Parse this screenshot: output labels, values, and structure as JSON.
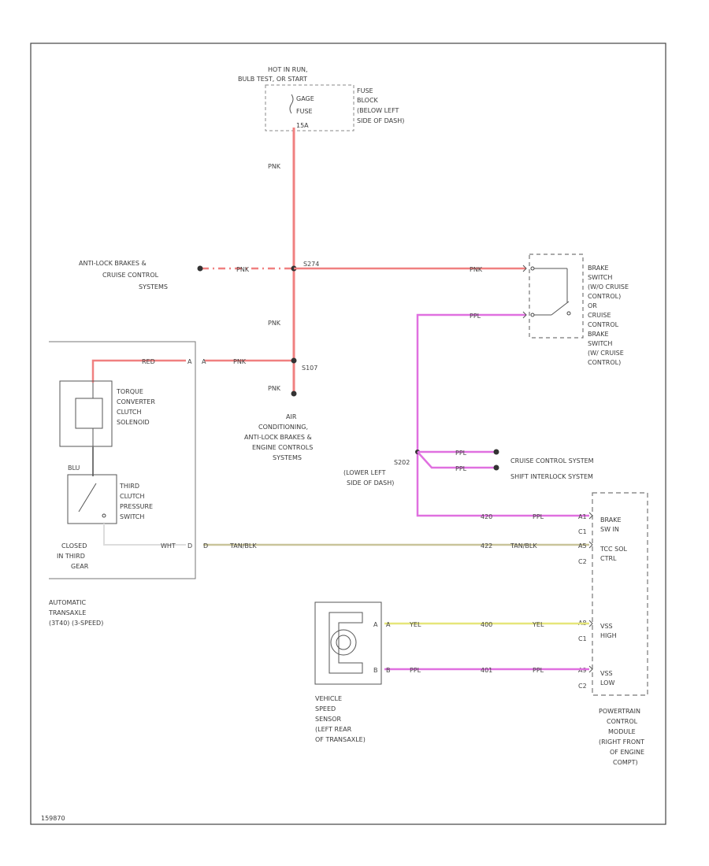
{
  "colors": {
    "red_wire": "#f08080",
    "pink_wire": "#e070e0",
    "tan_wire": "#c9c49a",
    "yellow_wire": "#e6e67a",
    "border": "#444444",
    "dashed_box": "#777777"
  },
  "power": {
    "source_line1": "HOT IN RUN,",
    "source_line2": "BULB TEST, OR START",
    "fuse_tag1": "GAGE",
    "fuse_tag2": "FUSE",
    "fuse_tag3": "15A",
    "fuse_block1": "FUSE",
    "fuse_block2": "BLOCK",
    "fuse_block3": "(BELOW LEFT",
    "fuse_block4": "SIDE OF DASH)",
    "wire_top": "PNK",
    "wire_mid": "PNK",
    "wire_bot": "PNK"
  },
  "abs_cruise": {
    "line1": "ANTI-LOCK BRAKES &",
    "line2": "CRUISE CONTROL",
    "line3": "SYSTEMS",
    "wire": "PNK",
    "splice": "S274",
    "wire_to_brake": "PNK"
  },
  "brake_switch": {
    "l1": "BRAKE",
    "l2": "SWITCH",
    "l3": "(W/O CRUISE",
    "l4": "CONTROL)",
    "l5": "OR",
    "l6": "CRUISE",
    "l7": "CONTROL",
    "l8": "BRAKE",
    "l9": "SWITCH",
    "l10": "(W/ CRUISE",
    "l11": "CONTROL)",
    "out_wire": "PPL"
  },
  "splice_s107": {
    "name": "S107",
    "red_wire": "RED",
    "pnk_wire": "PNK",
    "pnk_down": "PNK",
    "ac_l1": "AIR",
    "ac_l2": "CONDITIONING,",
    "ac_l3": "ANTI-LOCK BRAKES &",
    "ac_l4": "ENGINE CONTROLS",
    "ac_l5": "SYSTEMS"
  },
  "transaxle": {
    "pin_a": "A",
    "tcc_l1": "TORQUE",
    "tcc_l2": "CONVERTER",
    "tcc_l3": "CLUTCH",
    "tcc_l4": "SOLENOID",
    "blu": "BLU",
    "third_l1": "THIRD",
    "third_l2": "CLUTCH",
    "third_l3": "PRESSURE",
    "third_l4": "SWITCH",
    "closed_l1": "CLOSED",
    "closed_l2": "IN THIRD",
    "closed_l3": "GEAR",
    "wht": "WHT",
    "pin_d": "D",
    "name_l1": "AUTOMATIC",
    "name_l2": "TRANSAXLE",
    "name_l3": "(3T40) (3-SPEED)"
  },
  "s202": {
    "l1": "S202",
    "l2": "(LOWER LEFT",
    "l3": "SIDE OF DASH)",
    "wire1": "PPL",
    "wire2": "PPL",
    "cruise_sys": "CRUISE CONTROL SYSTEM",
    "shift_sys": "SHIFT INTERLOCK SYSTEM"
  },
  "pcm": {
    "brake_pin": "A1",
    "brake_l1": "BRAKE",
    "brake_l2": "SW IN",
    "brake_conn": "C1",
    "brake_wire": "PPL",
    "brake_num": "420",
    "tcc_pin": "A5",
    "tcc_l1": "TCC SOL",
    "tcc_l2": "CTRL",
    "tcc_conn": "C2",
    "tcc_wire": "TAN/BLK",
    "tcc_num": "422",
    "tcc_wire_left": "TAN/BLK",
    "vss_high_pin": "A8",
    "vss_high_l1": "VSS",
    "vss_high_l2": "HIGH",
    "vss_high_conn": "C1",
    "vss_high_wire": "YEL",
    "vss_high_num": "400",
    "vss_low_pin": "A9",
    "vss_low_l1": "VSS",
    "vss_low_l2": "LOW",
    "vss_low_conn": "C2",
    "vss_low_wire": "PPL",
    "vss_low_num": "401",
    "name_l1": "POWERTRAIN",
    "name_l2": "CONTROL",
    "name_l3": "MODULE",
    "name_l4": "(RIGHT FRONT",
    "name_l5": "OF ENGINE",
    "name_l6": "COMPT)"
  },
  "vss": {
    "pin_a": "A",
    "pin_b": "B",
    "wire_a": "YEL",
    "wire_b": "PPL",
    "l1": "VEHICLE",
    "l2": "SPEED",
    "l3": "SENSOR",
    "l4": "(LEFT REAR",
    "l5": "OF TRANSAXLE)"
  },
  "footer": {
    "id": "159870"
  }
}
